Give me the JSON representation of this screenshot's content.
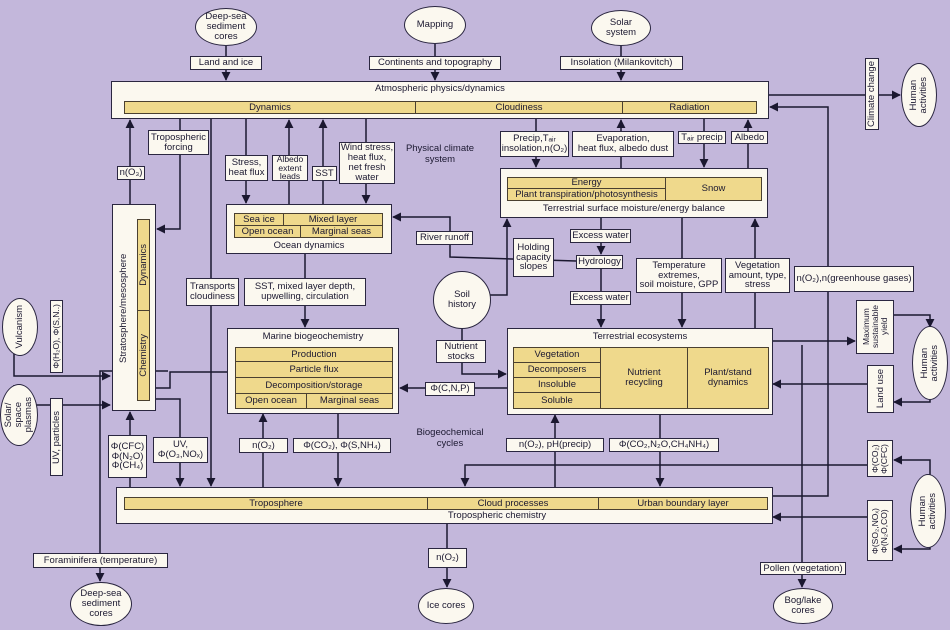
{
  "colors": {
    "background": "#c3b7db",
    "box": "#fbf8ef",
    "highlight": "#efd98c",
    "line": "#1b1830"
  },
  "sources": {
    "deep_sea_top": "Deep-sea\nsediment\ncores",
    "mapping": "Mapping",
    "solar_system": "Solar\nsystem",
    "human_top": "Human\nactivities",
    "vulcanism": "Vulcanism",
    "solar_plasmas": "Solar/\nspace\nplasmas",
    "human_mid": "Human\nactivities",
    "human_bottom": "Human\nactivities",
    "deep_sea_bottom": "Deep-sea\nsediment\ncores",
    "ice_cores": "Ice cores",
    "bog_lake": "Bog/lake\ncores",
    "soil_history": "Soil\nhistory"
  },
  "atmosphere": {
    "title": "Atmospheric physics/dynamics",
    "parts": [
      "Dynamics",
      "Cloudiness",
      "Radiation"
    ]
  },
  "terrestrial_surface": {
    "title": "Terrestrial surface moisture/energy balance",
    "energy": "Energy",
    "plant": "Plant transpiration/photosynthesis",
    "snow": "Snow"
  },
  "stratosphere": {
    "title": "Stratosphere/mesosphere",
    "dynamics": "Dynamics",
    "chemistry": "Chemistry"
  },
  "ocean": {
    "title": "Ocean dynamics",
    "sea_ice": "Sea ice",
    "mixed_layer": "Mixed layer",
    "open_ocean": "Open ocean",
    "marginal_seas": "Marginal seas"
  },
  "marine": {
    "title": "Marine biogeochemistry",
    "rows": [
      "Production",
      "Particle flux",
      "Decomposition/storage"
    ],
    "open_ocean": "Open ocean",
    "marginal_seas": "Marginal seas"
  },
  "terrestrial_eco": {
    "title": "Terrestrial ecosystems",
    "col1": [
      "Vegetation",
      "Decomposers",
      "Insoluble",
      "Soluble"
    ],
    "nutrient": "Nutrient\nrecycling",
    "plant": "Plant/stand\ndynamics"
  },
  "troposphere": {
    "title": "Tropospheric chemistry",
    "parts": [
      "Troposphere",
      "Cloud processes",
      "Urban boundary layer"
    ]
  },
  "region_labels": {
    "physical": "Physical climate\nsystem",
    "biogeo": "Biogeochemical\ncycles"
  },
  "flows": {
    "land_ice": "Land and ice",
    "continents": "Continents and topography",
    "insolation": "Insolation (Milankovitch)",
    "climate_change": "Climate change",
    "trop_forcing": "Tropospheric\nforcing",
    "n_o3": "n(O₃)",
    "stress": "Stress,\nheat flux",
    "albedo_ext": "Albedo\nextent\nleads",
    "sst": "SST",
    "wind": "Wind stress,\nheat flux,\nnet fresh\nwater",
    "precip": "Precip,Tₐᵢᵣ\ninsolation,n(O₂)",
    "evaporation": "Evaporation,\nheat flux, albedo dust",
    "tair_precip": "Tₐᵢᵣ precip",
    "albedo": "Albedo",
    "river_runoff": "River runoff",
    "holding": "Holding\ncapacity\nslopes",
    "excess_water_1": "Excess water",
    "hydrology": "Hydrology",
    "excess_water_2": "Excess water",
    "temperature": "Temperature\nextremes,\nsoil moisture, GPP",
    "vegetation": "Vegetation\namount, type,\nstress",
    "greenhouse": "n(O₂),n(greenhouse gases)",
    "transports": "Transports\ncloudiness",
    "sst_mixed": "SST, mixed layer depth,\nupwelling, circulation",
    "max_yield": "Maximum\nsustainable\nyield",
    "nutrient_stocks": "Nutrient\nstocks",
    "phi_cnp": "Φ(C,N,P)",
    "land_use": "Land use",
    "phi_h2o": "Φ(H₂O), Φ(S,N..)",
    "uv_particles": "UV, particles",
    "phi_cfc": "Φ(CFC)\nΦ(N₂O)\nΦ(CH₄)",
    "uv_o3": "UV,\nΦ(O₃,NOₓ)",
    "n_o2_marine": "n(O₂)",
    "phi_co2_marine": "Φ(CO₂), Φ(S,NH₄)",
    "n_o2_ph": "n(O₂), pH(precip)",
    "phi_co2_terr": "Φ(CO₂,N₂O,CH₄NH₄)",
    "phi_co2_cfc": "Φ(CO₂)\nΦ(CFC)",
    "phi_so2": "Φ(SO₂,NOₓ)\nΦ(N₂O,CO)",
    "foraminifera": "Foraminifera (temperature)",
    "n_o2_ice": "n(O₂)",
    "pollen": "Pollen (vegetation)"
  }
}
